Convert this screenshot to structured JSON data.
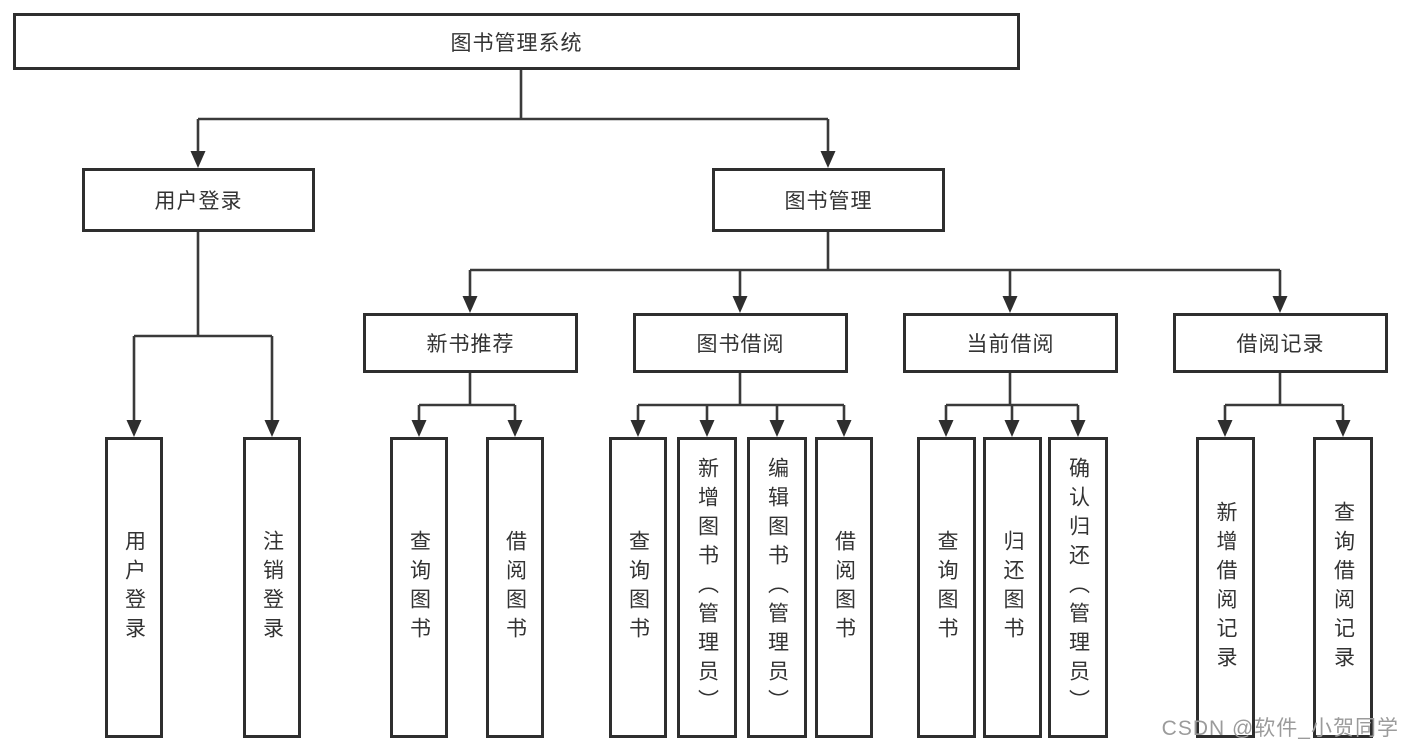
{
  "diagram": {
    "root": {
      "label": "图书管理系统"
    },
    "level2": [
      {
        "label": "用户登录"
      },
      {
        "label": "图书管理"
      }
    ],
    "level3": [
      {
        "label": "新书推荐"
      },
      {
        "label": "图书借阅"
      },
      {
        "label": "当前借阅"
      },
      {
        "label": "借阅记录"
      }
    ],
    "leaves": {
      "login": [
        "用户登录",
        "注销登录"
      ],
      "newbook": [
        "查询图书",
        "借阅图书"
      ],
      "borrow": [
        "查询图书",
        "新增图书（管理员）",
        "编辑图书（管理员）",
        "借阅图书"
      ],
      "current": [
        "查询图书",
        "归还图书",
        "确认归还（管理员）"
      ],
      "records": [
        "新增借阅记录",
        "查询借阅记录"
      ]
    }
  },
  "watermark": "CSDN @软件_小贺同学",
  "colors": {
    "line": "#3a3a3a",
    "border": "#2e2e2e",
    "text": "#333333",
    "watermark_text": "#9b9b9b"
  }
}
